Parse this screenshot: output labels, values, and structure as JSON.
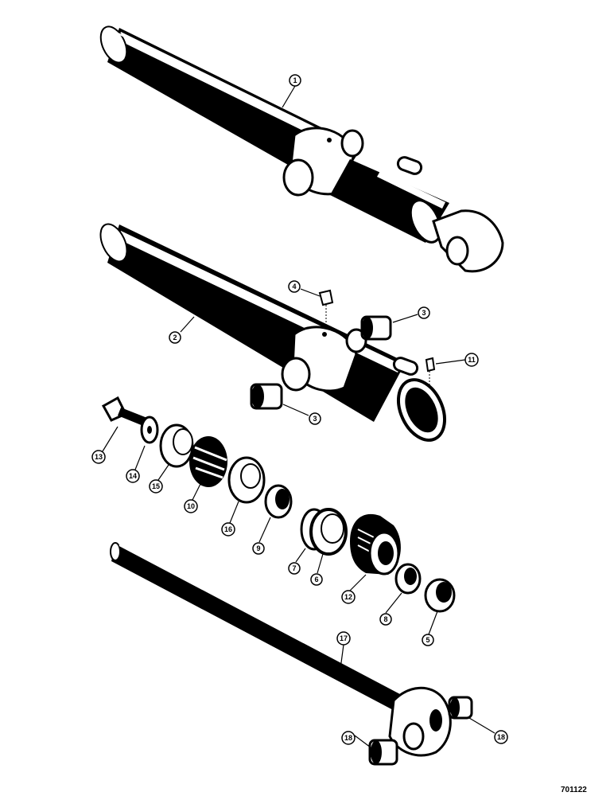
{
  "callouts": {
    "c1": "1",
    "c2": "2",
    "c3a": "3",
    "c3b": "3",
    "c4": "4",
    "c5": "5",
    "c6": "6",
    "c7": "7",
    "c8": "8",
    "c9": "9",
    "c10": "10",
    "c11": "11",
    "c12": "12",
    "c13": "13",
    "c14": "14",
    "c15": "15",
    "c16": "16",
    "c17": "17",
    "c18a": "18",
    "c18b": "18"
  },
  "figure_number": "701122"
}
